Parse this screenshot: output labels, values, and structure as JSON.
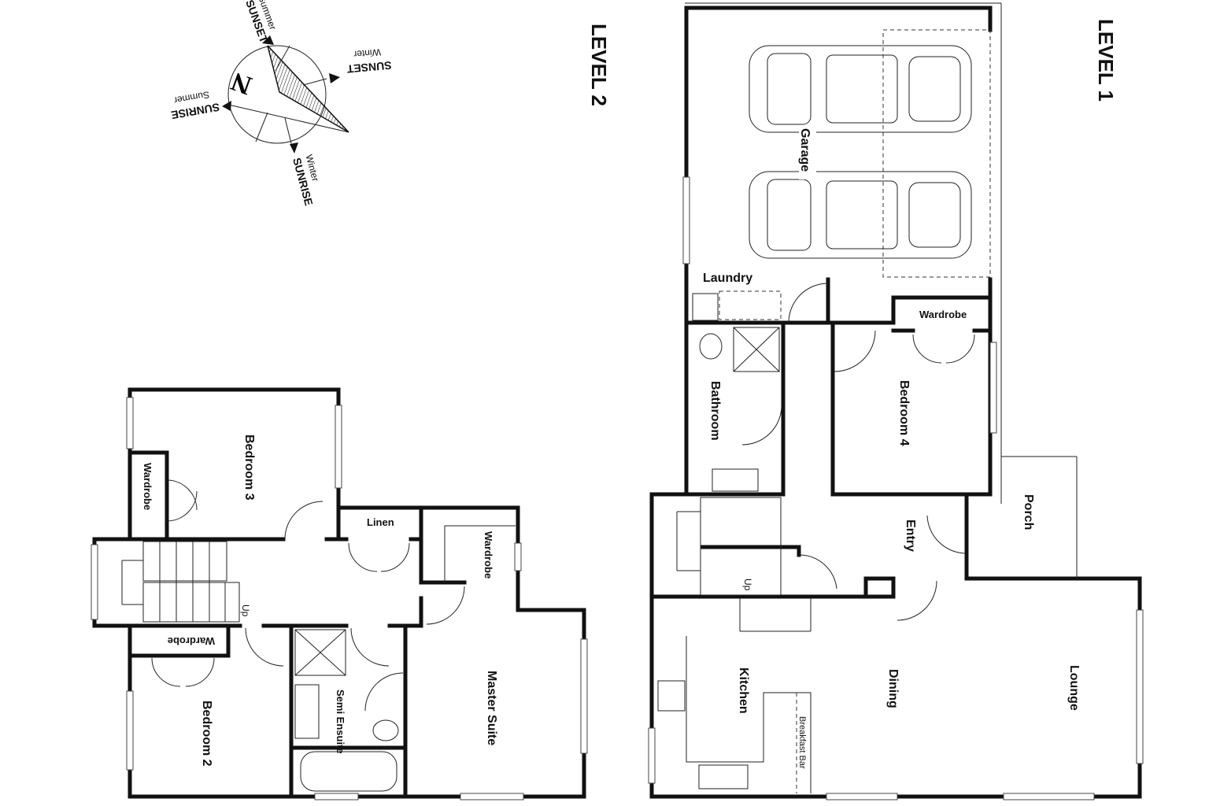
{
  "levels": {
    "level1": "LEVEL 1",
    "level2": "LEVEL 2"
  },
  "compass": {
    "north": "N",
    "summer_sunset": {
      "small": "Summer",
      "big": "SUNSET"
    },
    "winter_sunset": {
      "small": "Winter",
      "big": "SUNSET"
    },
    "summer_sunrise": {
      "small": "Summer",
      "big": "SUNRISE"
    },
    "winter_sunrise": {
      "small": "Winter",
      "big": "SUNRISE"
    }
  },
  "level1_rooms": {
    "garage": "Garage",
    "laundry": "Laundry",
    "wardrobe": "Wardrobe",
    "bathroom": "Bathroom",
    "bedroom4": "Bedroom 4",
    "porch": "Porch",
    "entry": "Entry",
    "up": "Up",
    "kitchen": "Kitchen",
    "dining": "Dining",
    "lounge": "Lounge",
    "breakfast_bar": "Breakfast Bar"
  },
  "level2_rooms": {
    "bedroom3": "Bedroom 3",
    "wardrobe_b3": "Wardrobe",
    "linen": "Linen",
    "wardrobe_master": "Wardrobe",
    "up": "Up",
    "wardrobe_b2": "Wardrobe",
    "bedroom2": "Bedroom 2",
    "semi_ensuite": "Semi Ensuite",
    "master_suite": "Master Suite"
  }
}
